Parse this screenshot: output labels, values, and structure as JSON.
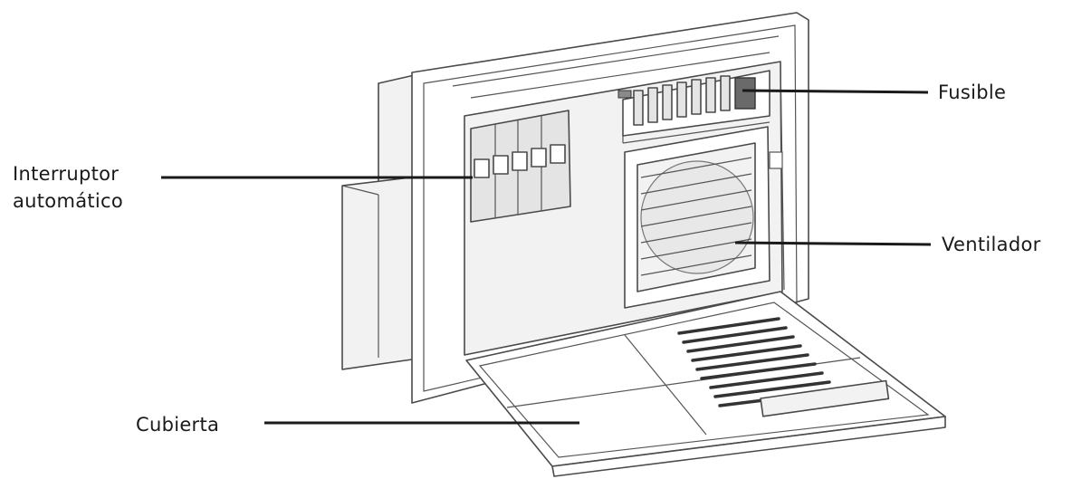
{
  "labels": {
    "fusible": "Fusible",
    "interruptor_line1": "Interruptor",
    "interruptor_line2": "automático",
    "ventilador": "Ventilador",
    "cubierta": "Cubierta"
  }
}
